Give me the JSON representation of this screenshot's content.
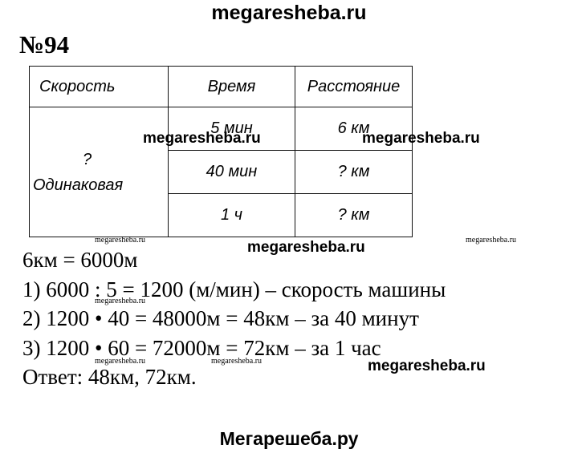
{
  "header": {
    "site": "megaresheba.ru"
  },
  "task": {
    "number": "№94"
  },
  "table": {
    "headers": [
      "Скорость",
      "Время",
      "Расстояние"
    ],
    "speed": {
      "question": "?",
      "label": "Одинаковая"
    },
    "rows": [
      {
        "time": "5 мин",
        "distance": "6 км"
      },
      {
        "time": "40 мин",
        "distance": "? км"
      },
      {
        "time": "1 ч",
        "distance": "? км"
      }
    ]
  },
  "solution": {
    "lines": [
      "6км = 6000м",
      "1) 6000 : 5 = 1200 (м/мин) – скорость машины",
      "2) 1200 • 40 = 48000м = 48км – за 40 минут",
      "3) 1200 • 60 = 72000м = 72км – за 1 час",
      "Ответ: 48км, 72км."
    ]
  },
  "watermarks": {
    "large": "megaresheba.ru",
    "small": "megaresheba.ru"
  },
  "footer": {
    "site": "Мегарешеба.ру"
  }
}
